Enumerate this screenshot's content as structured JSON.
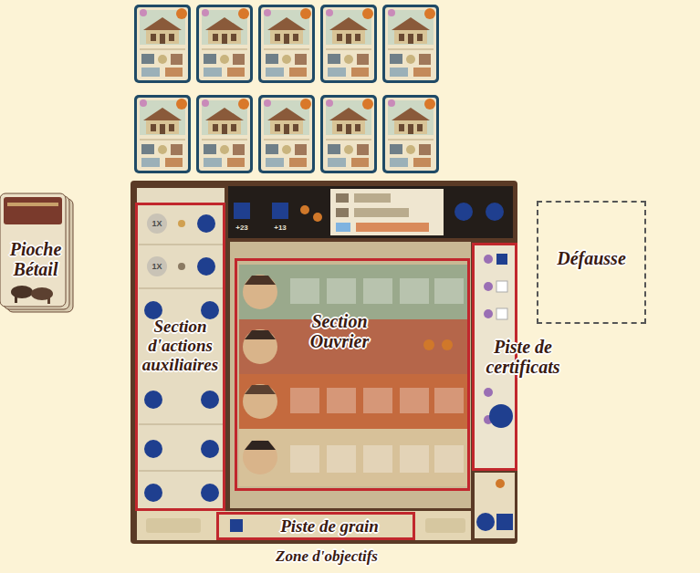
{
  "diagram": {
    "nodes": [
      {
        "text": [
          "Pioche Bétail"
        ]
      },
      {
        "text": [
          "Section d'actions auxiliaires"
        ]
      },
      {
        "text": [
          "Section Ouvrier"
        ]
      },
      {
        "text": [
          "Piste de certificats"
        ]
      },
      {
        "text": [
          "Défausse"
        ]
      },
      {
        "text": [
          "Piste de grain"
        ]
      }
    ],
    "labels": [
      "Zone d'objectifs",
      "1X",
      "1X",
      "+23",
      "+13"
    ]
  }
}
